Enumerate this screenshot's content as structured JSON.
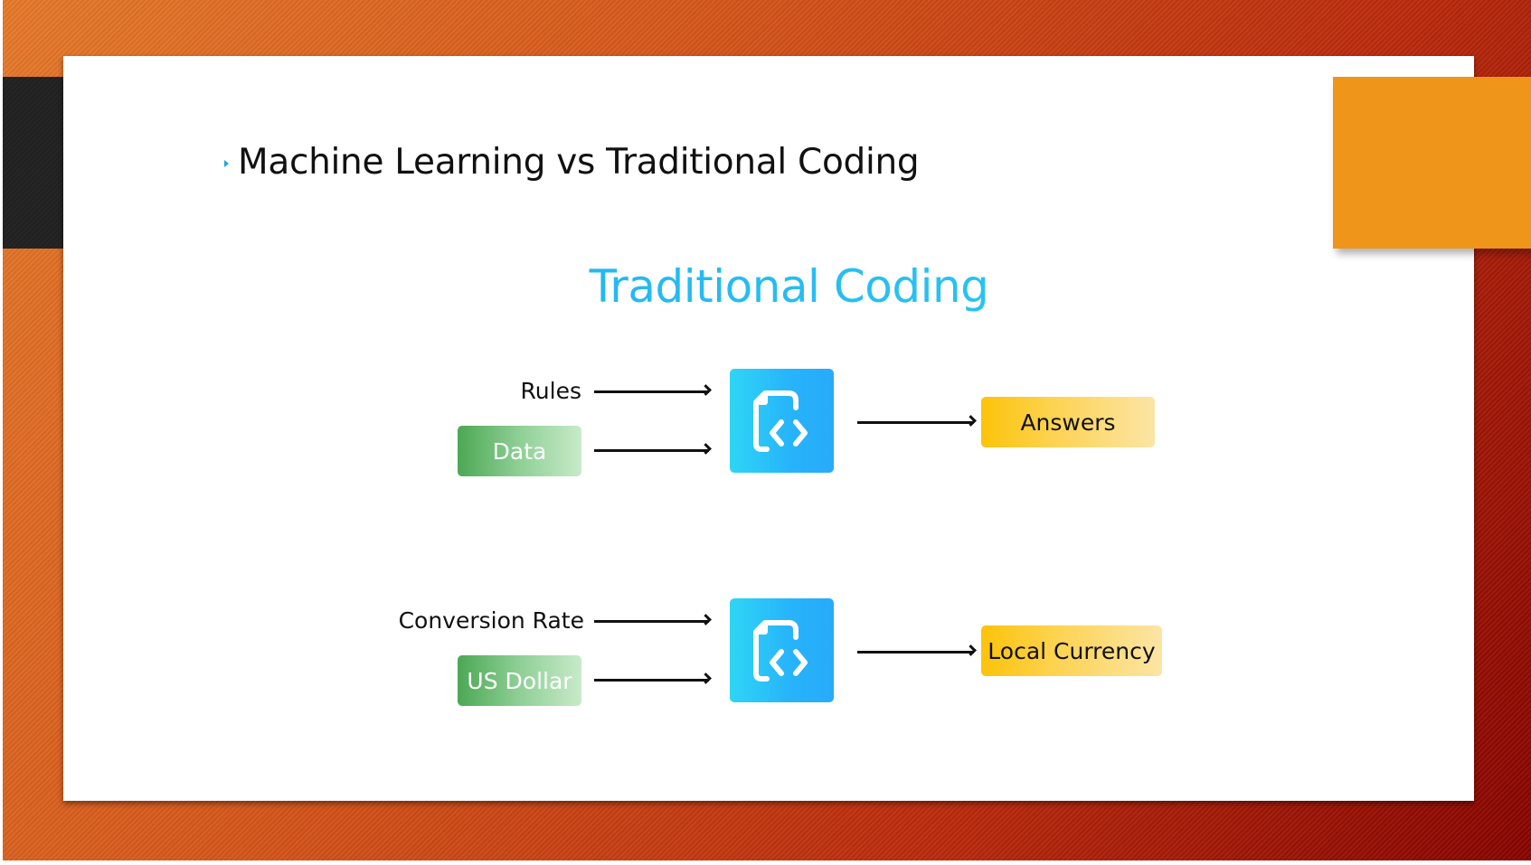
{
  "slide": {
    "title": "Machine Learning vs Traditional Coding",
    "subtitle": "Traditional Coding",
    "colors": {
      "background_gradient": [
        "#e4792a",
        "#860300"
      ],
      "accent_block": "#ef951a",
      "dark_bar": "#232323",
      "subtitle_gradient": [
        "#1eaaf0",
        "#2fd0f2"
      ],
      "input_box_gradient": [
        "#4ca854",
        "#c8eac9"
      ],
      "output_box_gradient": [
        "#fcc30a",
        "#fbe5a6"
      ],
      "code_tile_gradient": [
        "#2fd5f5",
        "#28aaf9"
      ]
    }
  },
  "diagrams": [
    {
      "input_text": "Rules",
      "input_box": "Data",
      "process_icon": "code-file-icon",
      "output": "Answers"
    },
    {
      "input_text": "Conversion Rate",
      "input_box": "US Dollar",
      "process_icon": "code-file-icon",
      "output": "Local Currency"
    }
  ]
}
